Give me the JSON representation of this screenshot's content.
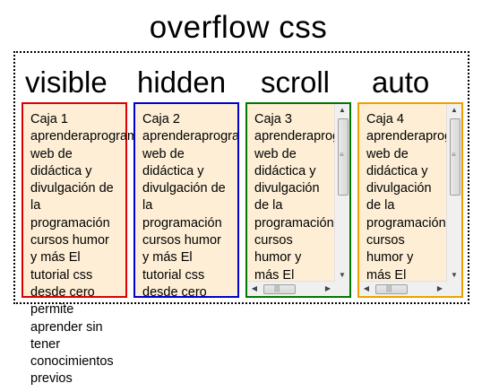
{
  "page": {
    "title": "overflow css"
  },
  "columns": [
    {
      "label": "visible",
      "color": "#dd0000"
    },
    {
      "label": "hidden",
      "color": "#0000cc"
    },
    {
      "label": "scroll",
      "color": "#007700"
    },
    {
      "label": "auto",
      "color": "#eea000"
    }
  ],
  "boxes": [
    {
      "lines": [
        "Caja 1",
        "aprenderaprogramar.com",
        "web de",
        "didáctica y",
        "divulgación de",
        "la",
        "programación",
        "cursos humor",
        "y más El",
        "tutorial css",
        "desde cero",
        "permite",
        "aprender sin",
        "tener",
        "conocimientos",
        "previos"
      ]
    },
    {
      "lines": [
        "Caja 2",
        "aprenderaprogramar.com",
        "web de",
        "didáctica y",
        "divulgación de",
        "la",
        "programación",
        "cursos humor",
        "y más El",
        "tutorial css",
        "desde cero"
      ]
    },
    {
      "lines": [
        "Caja 3",
        "aprenderaprogramar.com",
        "web de",
        "didáctica y",
        "divulgación",
        "de la",
        "programación",
        "cursos",
        "humor y",
        "más El"
      ]
    },
    {
      "lines": [
        "Caja 4",
        "aprenderaprogramar.com",
        "web de",
        "didáctica y",
        "divulgación",
        "de la",
        "programación",
        "cursos",
        "humor y",
        "más El"
      ]
    }
  ],
  "icons": {
    "up": "▲",
    "down": "▼",
    "left": "◀",
    "right": "▶",
    "grip_v": "≡",
    "grip_h": "|||"
  }
}
